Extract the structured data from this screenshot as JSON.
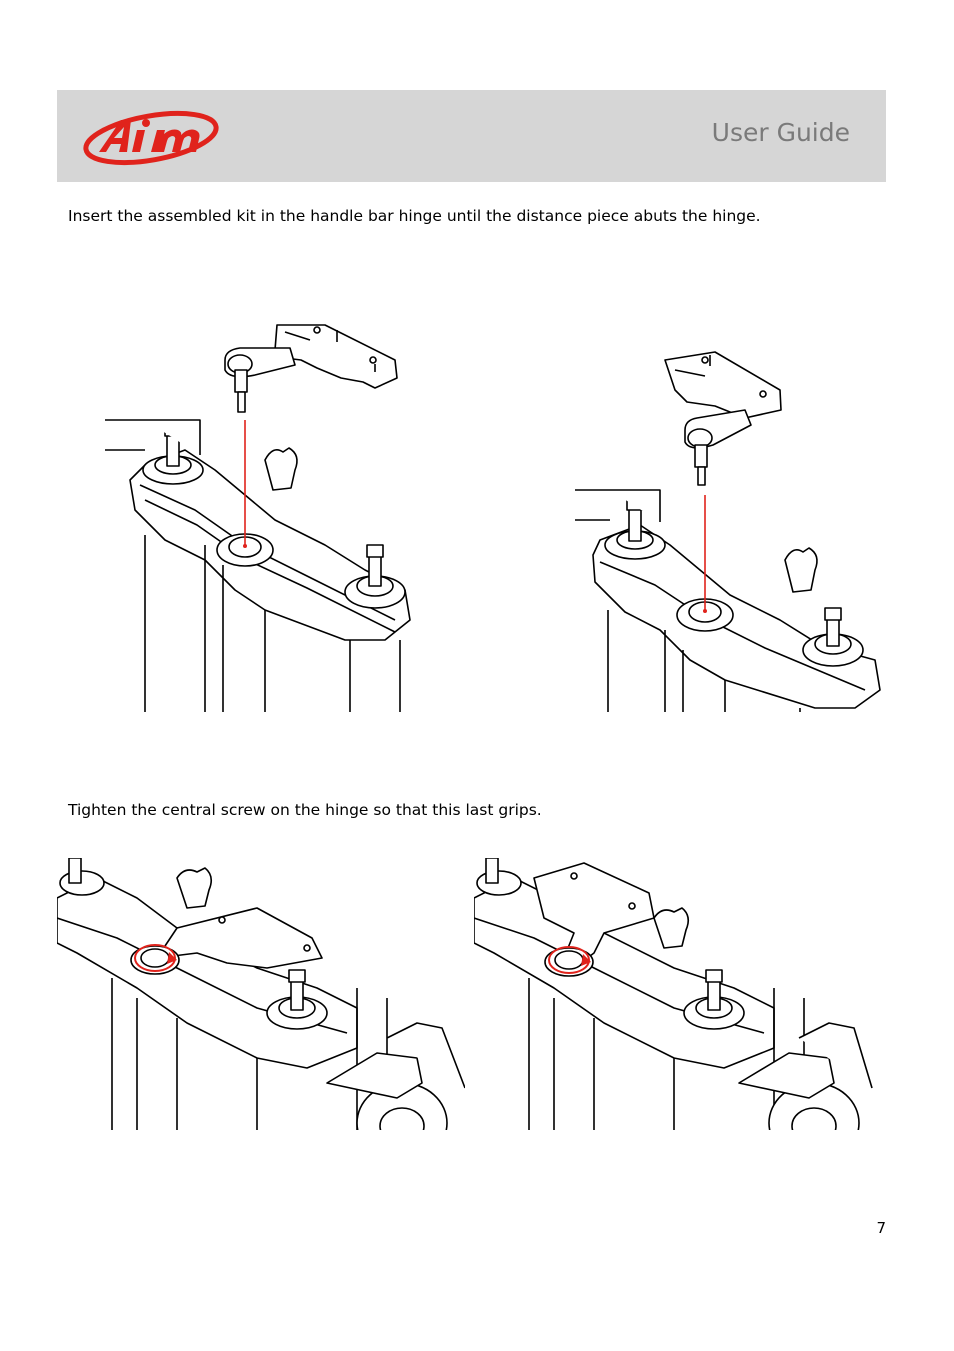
{
  "header": {
    "logo_text": "AiM",
    "title": "User Guide",
    "brand_color": "#e0231c",
    "band_color": "#d6d6d6"
  },
  "steps": [
    {
      "text": "Insert the assembled kit in the handle bar hinge until the distance piece abuts the hinge."
    },
    {
      "text": "Tighten the central screw on the hinge so that this last grips."
    }
  ],
  "figure_icons": [
    "handlebar-hinge-drawing",
    "alignment-line",
    "rotation-arrow"
  ],
  "page_number": "7"
}
